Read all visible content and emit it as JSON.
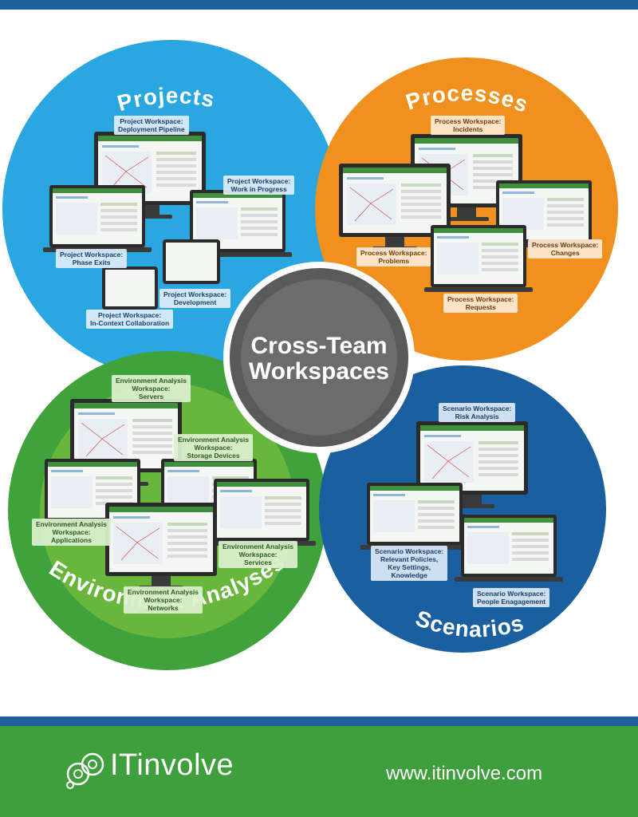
{
  "colors": {
    "projects": "#2aa6e0",
    "processes": "#f0901f",
    "environment": "#3fa23a",
    "scenarios": "#1a5fa0",
    "center": "#5a5a5a",
    "footer": "#3f9f3c",
    "stripe": "#1f5f9c"
  },
  "center": {
    "title_line1": "Cross-Team",
    "title_line2": "Workspaces"
  },
  "circles": {
    "projects": {
      "title": "Projects",
      "labels": [
        "Project Workspace:\nDeployment Pipeline",
        "Project Workspace:\nWork in Progress",
        "Project Workspace:\nPhase Exits",
        "Project Workspace:\nDevelopment",
        "Project Workspace:\nIn-Context Collaboration"
      ]
    },
    "processes": {
      "title": "Processes",
      "labels": [
        "Process Workspace:\nIncidents",
        "Process Workspace:\nProblems",
        "Process Workspace:\nChanges",
        "Process Workspace:\nRequests"
      ]
    },
    "environment": {
      "title": "Environment Analyses",
      "labels": [
        "Environment Analysis\nWorkspace:\nServers",
        "Environment Analysis\nWorkspace:\nStorage Devices",
        "Environment Analysis\nWorkspace:\nApplications",
        "Environment Analysis\nWorkspace:\nServices",
        "Environment Analysis\nWorkspace:\nNetworks"
      ]
    },
    "scenarios": {
      "title": "Scenarios",
      "labels": [
        "Scenario Workspace:\nRisk Analysis",
        "Scenario Workspace:\nRelevant Policies,\nKey Settings,\nKnowledge",
        "Scenario Workspace:\nPeople Enagagement"
      ]
    }
  },
  "footer": {
    "brand": "ITinvolve",
    "url": "www.itinvolve.com"
  }
}
